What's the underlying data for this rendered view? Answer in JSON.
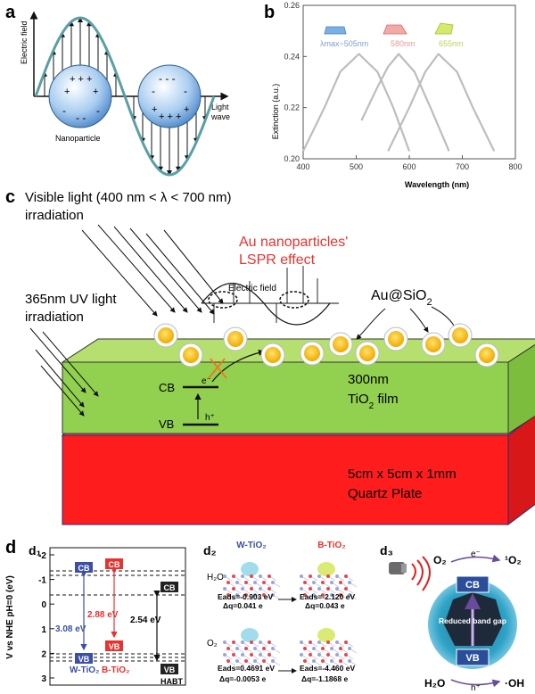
{
  "panel_a": {
    "label": "a",
    "y_axis_label": "Electric field",
    "x_axis_label_line1": "Light",
    "x_axis_label_line2": "wave",
    "particle_label": "Nanoparticle"
  },
  "panel_b": {
    "label": "b",
    "legend": [
      {
        "text": "λmax~505nm",
        "color": "#7d9fd0"
      },
      {
        "text": "580nm",
        "color": "#e69a9a"
      },
      {
        "text": "655nm",
        "color": "#b9d35a"
      }
    ]
  },
  "chart_data": {
    "type": "line",
    "xlabel": "Wavelength (nm)",
    "ylabel": "Extinction (a.u.)",
    "xlim": [
      400,
      800
    ],
    "ylim": [
      0.2,
      0.26
    ],
    "xticks": [
      400,
      500,
      600,
      700,
      800
    ],
    "yticks": [
      "0.20",
      "0.22",
      "0.24",
      "0.26"
    ],
    "grid": false,
    "legend_position": "top",
    "series": [
      {
        "name": "λmax~505nm",
        "peak": 505,
        "x": [
          400,
          440,
          470,
          505,
          540,
          570,
          600
        ],
        "y": [
          0.203,
          0.22,
          0.234,
          0.241,
          0.234,
          0.22,
          0.203
        ]
      },
      {
        "name": "580nm",
        "peak": 580,
        "x": [
          510,
          540,
          560,
          580,
          610,
          640,
          675
        ],
        "y": [
          0.215,
          0.228,
          0.236,
          0.241,
          0.234,
          0.22,
          0.203
        ]
      },
      {
        "name": "655nm",
        "peak": 655,
        "x": [
          560,
          600,
          630,
          655,
          690,
          720,
          760
        ],
        "y": [
          0.203,
          0.22,
          0.234,
          0.241,
          0.234,
          0.22,
          0.203
        ]
      }
    ]
  },
  "panel_c": {
    "label": "c",
    "visible_light_line1": "Visible light (400 nm < λ < 700 nm)",
    "visible_light_line2": "irradiation",
    "lspr_line1": "Au nanoparticles'",
    "lspr_line2": "LSPR effect",
    "electric_field": "Electric field",
    "au_sio2": "Au@SiO",
    "au_sio2_sub": "2",
    "uv_line1": "365nm UV light",
    "uv_line2": "irradiation",
    "cb": "CB",
    "vb": "VB",
    "electron": "e⁻",
    "hole": "h⁺",
    "film_line1": "300nm",
    "film_line2": "TiO",
    "film_sub": "2",
    "film_suffix": " film",
    "plate_line1": "5cm x 5cm x 1mm",
    "plate_line2": "Quartz Plate",
    "colors": {
      "film": "#92d050",
      "plate": "#ff1c1c",
      "particle": "#ffc000",
      "lspr_text": "#e8322e"
    }
  },
  "panel_d": {
    "label": "d",
    "d1": {
      "label": "d₁",
      "y_axis_label": "V vs NHE pH=0 (eV)",
      "yticks": [
        "-2",
        "-1",
        "0",
        "1",
        "2",
        "3"
      ],
      "cb": "CB",
      "vb": "VB",
      "w_gap": "3.08 eV",
      "b_gap": "2.88 eV",
      "h_gap": "2.54 eV",
      "w_name": "W-TiO₂",
      "b_name": "B-TiO₂",
      "h_name": "HABT",
      "colors": {
        "w": "#3b4fa5",
        "b": "#e8322e",
        "h": "#222222"
      }
    },
    "d2": {
      "label": "d₂",
      "w_title": "W-TiO₂",
      "b_title": "B-TiO₂",
      "h2o": "H₂O",
      "o2": "O₂",
      "w_h2o_e": "Eads=-0.903 eV",
      "w_h2o_q": "Δq=0.041 e",
      "b_h2o_e": "Eads=-2.120 eV",
      "b_h2o_q": "Δq=0.043 e",
      "w_o2_e": "Eads=0.4691 eV",
      "w_o2_q": "Δq=-0.0053 e",
      "b_o2_e": "Eads=-4.460 eV",
      "b_o2_q": "Δq=-1.1868 e"
    },
    "d3": {
      "label": "d₃",
      "o2": "O₂",
      "electron": "e⁻",
      "singlet": "¹O₂",
      "cb": "CB",
      "vb": "VB",
      "gap": "Reduced band gap",
      "h2o": "H₂O",
      "hole": "h⁺",
      "oh": "·OH"
    }
  }
}
